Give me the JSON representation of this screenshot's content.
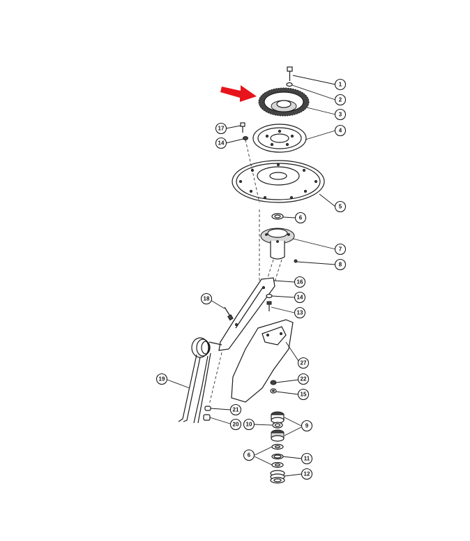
{
  "colors": {
    "arrow": "#e8141b",
    "line": "#1a1a1a"
  },
  "callouts": [
    {
      "id": "c1",
      "label": "1"
    },
    {
      "id": "c2",
      "label": "2"
    },
    {
      "id": "c3",
      "label": "3"
    },
    {
      "id": "c4",
      "label": "4"
    },
    {
      "id": "c5",
      "label": "5"
    },
    {
      "id": "c6a",
      "label": "6"
    },
    {
      "id": "c7",
      "label": "7"
    },
    {
      "id": "c8",
      "label": "8"
    },
    {
      "id": "c16",
      "label": "16"
    },
    {
      "id": "c14a",
      "label": "14"
    },
    {
      "id": "c13",
      "label": "13"
    },
    {
      "id": "c17",
      "label": "17"
    },
    {
      "id": "c14b",
      "label": "14"
    },
    {
      "id": "c18",
      "label": "18"
    },
    {
      "id": "c27",
      "label": "27"
    },
    {
      "id": "c22",
      "label": "22"
    },
    {
      "id": "c15",
      "label": "15"
    },
    {
      "id": "c19",
      "label": "19"
    },
    {
      "id": "c21",
      "label": "21"
    },
    {
      "id": "c20",
      "label": "20"
    },
    {
      "id": "c9",
      "label": "9"
    },
    {
      "id": "c10",
      "label": "10"
    },
    {
      "id": "c11",
      "label": "11"
    },
    {
      "id": "c6b",
      "label": "6"
    },
    {
      "id": "c12",
      "label": "12"
    }
  ]
}
